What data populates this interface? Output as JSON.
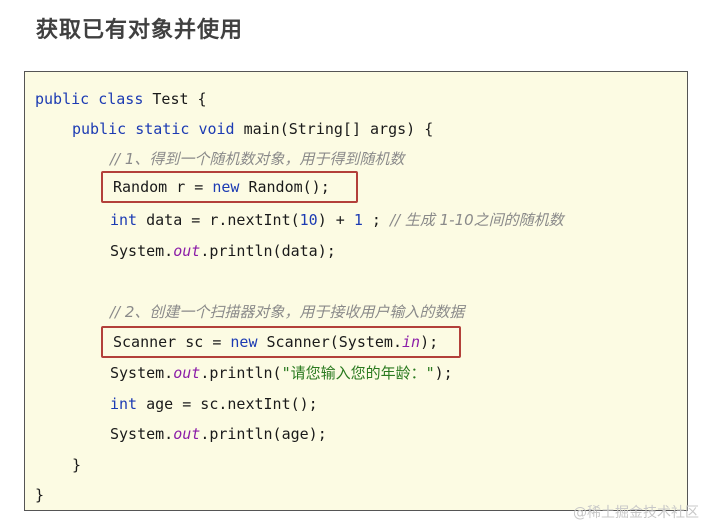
{
  "title": "获取已有对象并使用",
  "code": {
    "l1_kw1": "public",
    "l1_kw2": "class",
    "l1_rest": " Test {",
    "l2_kw1": "public",
    "l2_kw2": "static",
    "l2_kw3": "void",
    "l2_rest": " main(String[] args) {",
    "l3_comment": "// 1、得到一个随机数对象，用于得到随机数",
    "l4_pre": "Random r = ",
    "l4_kw": "new",
    "l4_post": " Random();",
    "l5_kw": "int",
    "l5_mid": " data = r.nextInt(",
    "l5_num1": "10",
    "l5_mid2": ") + ",
    "l5_num2": "1",
    "l5_mid3": " ; ",
    "l5_comment": "// 生成 1-10之间的随机数",
    "l6_pre": "System.",
    "l6_field": "out",
    "l6_post": ".println(data);",
    "l8_comment": "// 2、创建一个扫描器对象，用于接收用户输入的数据",
    "l9_pre": "Scanner sc = ",
    "l9_kw": "new",
    "l9_mid": " Scanner(System.",
    "l9_field": "in",
    "l9_post": ");",
    "l10_pre": "System.",
    "l10_field": "out",
    "l10_mid": ".println(",
    "l10_str": "\"请您输入您的年龄：\"",
    "l10_post": ");",
    "l11_kw": "int",
    "l11_rest": " age = sc.nextInt();",
    "l12_pre": "System.",
    "l12_field": "out",
    "l12_post": ".println(age);",
    "l13": "}",
    "l14": "}"
  },
  "watermark": "@稀土掘金技术社区"
}
